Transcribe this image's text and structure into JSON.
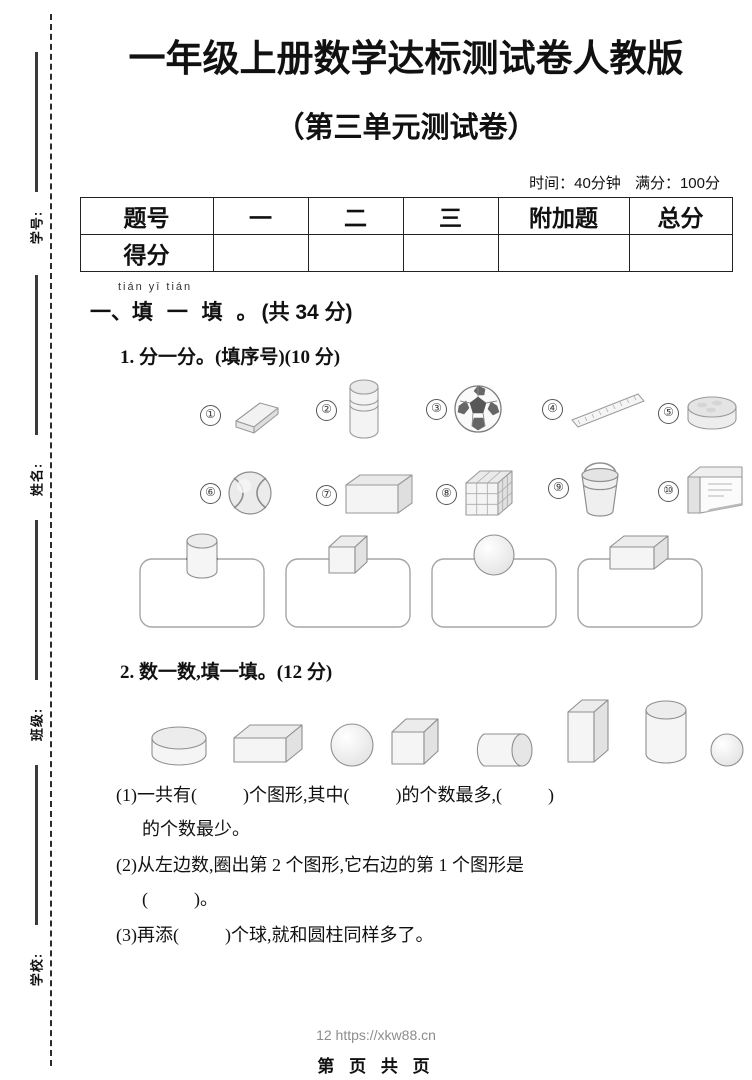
{
  "margin": {
    "labels": [
      "学号:",
      "姓名:",
      "班级:",
      "学校:"
    ]
  },
  "header": {
    "title": "一年级上册数学达标测试卷人教版",
    "subtitle": "（第三单元测试卷）",
    "time": "时间：40分钟",
    "full_score": "满分：100分"
  },
  "score_table": {
    "rows": [
      [
        "题号",
        "一",
        "二",
        "三",
        "附加题",
        "总分"
      ],
      [
        "得分",
        "",
        "",
        "",
        "",
        ""
      ]
    ]
  },
  "section1": {
    "pinyin": "tián  yī  tián",
    "number": "一、",
    "name": "填 一 填 。",
    "points": "(共 34 分)"
  },
  "q1": {
    "label": "1.",
    "text": "分一分。(填序号)(10 分)",
    "items": [
      {
        "num": "①",
        "icon": "eraser-box-icon"
      },
      {
        "num": "②",
        "icon": "can-cylinder-icon"
      },
      {
        "num": "③",
        "icon": "soccer-ball-icon"
      },
      {
        "num": "④",
        "icon": "ruler-icon"
      },
      {
        "num": "⑤",
        "icon": "round-cake-icon"
      },
      {
        "num": "⑥",
        "icon": "tennis-ball-icon"
      },
      {
        "num": "⑦",
        "icon": "carton-box-icon"
      },
      {
        "num": "⑧",
        "icon": "rubiks-cube-icon"
      },
      {
        "num": "⑨",
        "icon": "bucket-icon"
      },
      {
        "num": "⑩",
        "icon": "tv-box-icon"
      }
    ],
    "sort_boxes": [
      {
        "shape": "cylinder-icon",
        "answer": ""
      },
      {
        "shape": "cube-icon",
        "answer": ""
      },
      {
        "shape": "sphere-icon",
        "answer": ""
      },
      {
        "shape": "cuboid-icon",
        "answer": ""
      }
    ]
  },
  "q2": {
    "label": "2.",
    "text": "数一数,填一填。(12 分)",
    "shapes": [
      "flat-cylinder-icon",
      "cuboid-icon",
      "sphere-icon",
      "cube-icon",
      "horizontal-cylinder-icon",
      "tall-cuboid-icon",
      "tall-cylinder-icon",
      "small-sphere-icon"
    ],
    "parts": [
      {
        "line1_a": "(1)一共有(",
        "line1_b": ")个图形,其中(",
        "line1_c": ")的个数最多,(",
        "line1_d": ")",
        "line2": "的个数最少。"
      },
      {
        "line1": "(2)从左边数,圈出第 2 个图形,它右边的第 1 个图形是",
        "line2_a": "(",
        "line2_b": ")。"
      },
      {
        "line1_a": "(3)再添(",
        "line1_b": ")个球,就和圆柱同样多了。"
      }
    ]
  },
  "footer": {
    "url": "12 https://xkw88.cn",
    "page": "第 页 共 页"
  },
  "colors": {
    "ink": "#111111",
    "rule": "#222222",
    "art_stroke": "#9a9a9a",
    "art_fill": "#f4f4f4",
    "watermark": "#8d8d8d"
  }
}
